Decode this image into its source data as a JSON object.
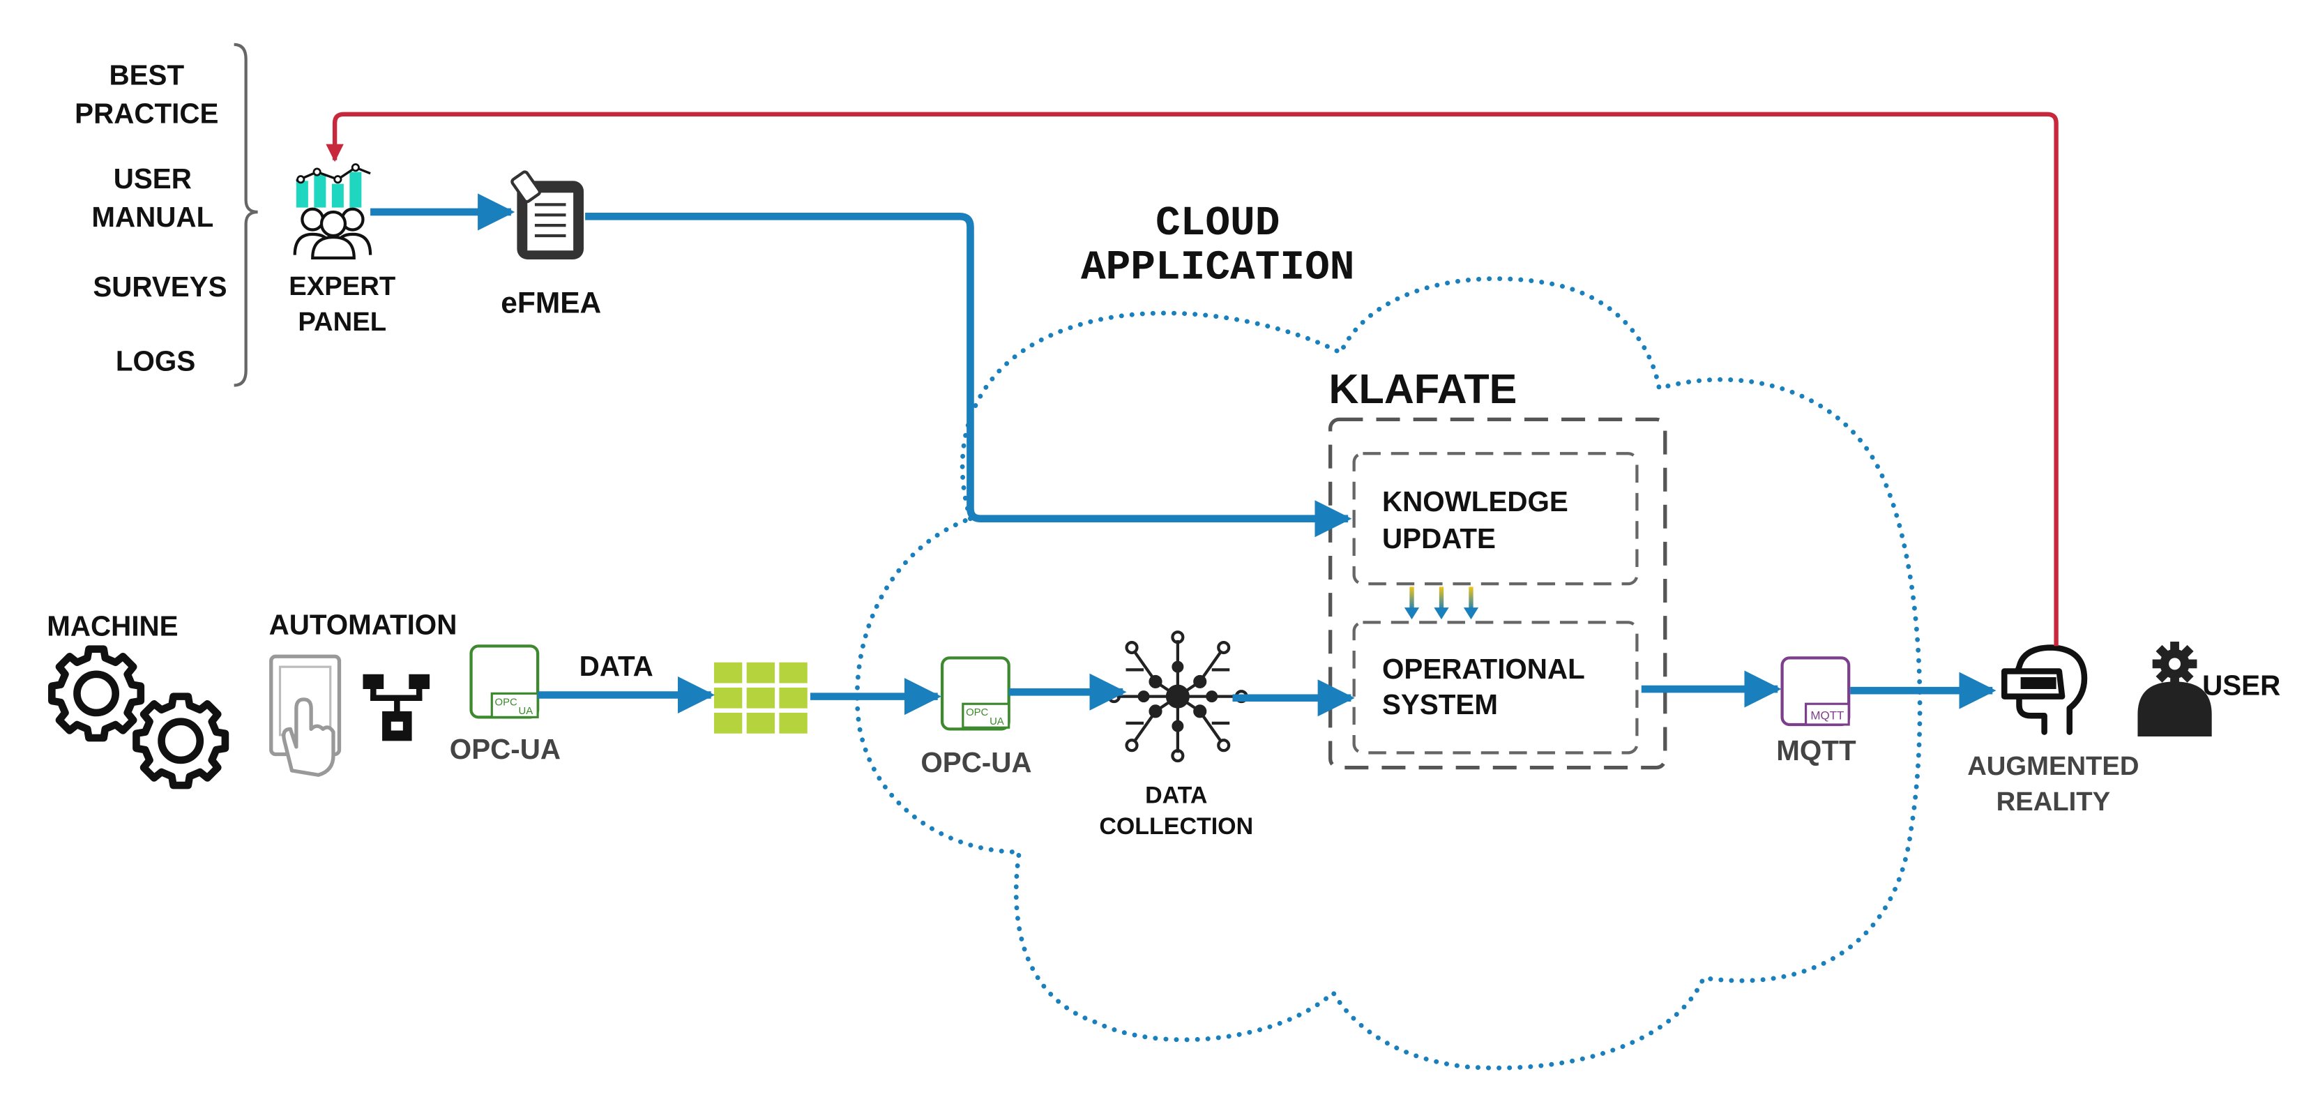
{
  "sources": [
    "BEST",
    "PRACTICE",
    "USER",
    "MANUAL",
    "SURVEYS",
    "LOGS"
  ],
  "expert_panel": [
    "EXPERT",
    "PANEL"
  ],
  "efmea": "eFMEA",
  "cloud": [
    "CLOUD",
    "APPLICATION"
  ],
  "klafate": "KLAFATE",
  "knowledge_update": [
    "KNOWLEDGE",
    "UPDATE"
  ],
  "operational_system": [
    "OPERATIONAL",
    "SYSTEM"
  ],
  "machine": "MACHINE",
  "automation": "AUTOMATION",
  "opcua_left": "OPC-UA",
  "opcua_icon_text": [
    "OPC",
    "UA"
  ],
  "data": "DATA",
  "opcua_cloud": "OPC-UA",
  "data_collection": [
    "DATA",
    "COLLECTION"
  ],
  "mqtt": "MQTT",
  "mqtt_icon_text": "MQTT",
  "augmented_reality": [
    "AUGMENTED",
    "REALITY"
  ],
  "user": "USER",
  "colors": {
    "flow_blue": "#1a7fbd",
    "feedback_red": "#c8283c",
    "cloud_dots": "#1a7fbd",
    "opcua_green": "#3d8a2e",
    "grid_lime": "#b5d33d",
    "expert_teal": "#1fd6c0",
    "mqtt_purple": "#7d3f8c",
    "arrow_yellow": "#f0c419"
  },
  "icons": [
    "gears-icon",
    "touch-panel-icon",
    "network-icon",
    "opcua-icon",
    "grid-icon",
    "expert-panel-icon",
    "document-icon",
    "ai-chip-icon",
    "mqtt-icon",
    "vr-headset-icon",
    "user-icon"
  ]
}
